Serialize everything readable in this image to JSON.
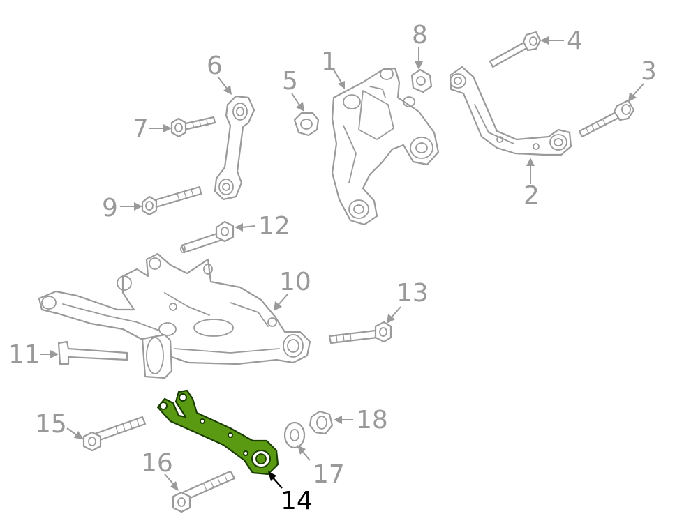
{
  "highlight_color": "#5a9a12",
  "callout_color": "#999999",
  "highlight_callout_color": "#000000",
  "callouts": {
    "c1": "1",
    "c2": "2",
    "c3": "3",
    "c4": "4",
    "c5": "5",
    "c6": "6",
    "c7": "7",
    "c8": "8",
    "c9": "9",
    "c10": "10",
    "c11": "11",
    "c12": "12",
    "c13": "13",
    "c14": "14",
    "c15": "15",
    "c16": "16",
    "c17": "17",
    "c18": "18"
  },
  "highlighted_part": "14"
}
